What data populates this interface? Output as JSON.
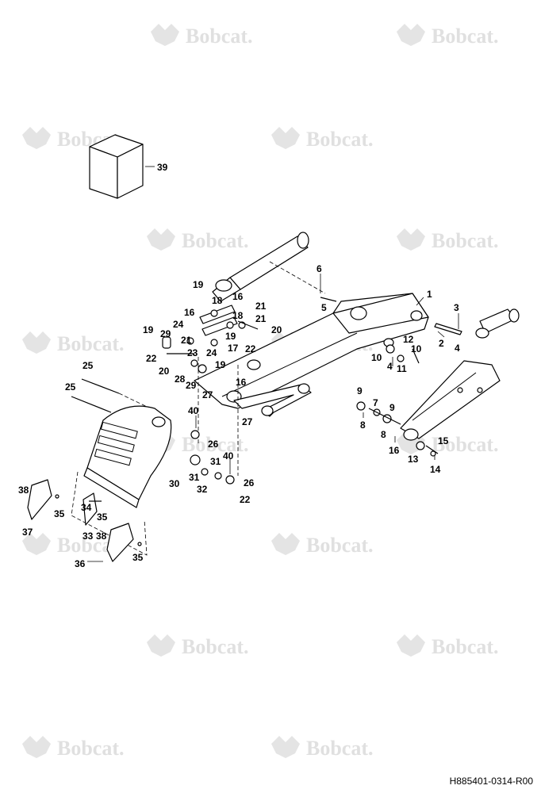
{
  "watermark": {
    "text": "Bobcat."
  },
  "drawing_code": "H885401-0314-R00",
  "part_labels": [
    {
      "id": "39",
      "text": "39"
    },
    {
      "id": "6",
      "text": "6"
    },
    {
      "id": "5",
      "text": "5"
    },
    {
      "id": "1",
      "text": "1"
    },
    {
      "id": "3",
      "text": "3"
    },
    {
      "id": "2",
      "text": "2"
    },
    {
      "id": "4a",
      "text": "4"
    },
    {
      "id": "12",
      "text": "12"
    },
    {
      "id": "10a",
      "text": "10"
    },
    {
      "id": "10b",
      "text": "10"
    },
    {
      "id": "4b",
      "text": "4"
    },
    {
      "id": "11",
      "text": "11"
    },
    {
      "id": "19a",
      "text": "19"
    },
    {
      "id": "18a",
      "text": "18"
    },
    {
      "id": "16a",
      "text": "16"
    },
    {
      "id": "16b",
      "text": "16"
    },
    {
      "id": "21a",
      "text": "21"
    },
    {
      "id": "18b",
      "text": "18"
    },
    {
      "id": "24a",
      "text": "24"
    },
    {
      "id": "21b",
      "text": "21"
    },
    {
      "id": "19b",
      "text": "19"
    },
    {
      "id": "20a",
      "text": "20"
    },
    {
      "id": "17",
      "text": "17"
    },
    {
      "id": "22a",
      "text": "22"
    },
    {
      "id": "19c",
      "text": "19"
    },
    {
      "id": "29a",
      "text": "29"
    },
    {
      "id": "21c",
      "text": "21"
    },
    {
      "id": "23",
      "text": "23"
    },
    {
      "id": "24b",
      "text": "24"
    },
    {
      "id": "22b",
      "text": "22"
    },
    {
      "id": "20b",
      "text": "20"
    },
    {
      "id": "28",
      "text": "28"
    },
    {
      "id": "29b",
      "text": "29"
    },
    {
      "id": "19d",
      "text": "19"
    },
    {
      "id": "27a",
      "text": "27"
    },
    {
      "id": "16c",
      "text": "16"
    },
    {
      "id": "27b",
      "text": "27"
    },
    {
      "id": "25a",
      "text": "25"
    },
    {
      "id": "25b",
      "text": "25"
    },
    {
      "id": "40a",
      "text": "40"
    },
    {
      "id": "26a",
      "text": "26"
    },
    {
      "id": "31a",
      "text": "31"
    },
    {
      "id": "31b",
      "text": "31"
    },
    {
      "id": "40b",
      "text": "40"
    },
    {
      "id": "32",
      "text": "32"
    },
    {
      "id": "26b",
      "text": "26"
    },
    {
      "id": "22c",
      "text": "22"
    },
    {
      "id": "30",
      "text": "30"
    },
    {
      "id": "9a",
      "text": "9"
    },
    {
      "id": "7",
      "text": "7"
    },
    {
      "id": "9b",
      "text": "9"
    },
    {
      "id": "8a",
      "text": "8"
    },
    {
      "id": "8b",
      "text": "8"
    },
    {
      "id": "15",
      "text": "15"
    },
    {
      "id": "16d",
      "text": "16"
    },
    {
      "id": "13",
      "text": "13"
    },
    {
      "id": "14",
      "text": "14"
    },
    {
      "id": "38a",
      "text": "38"
    },
    {
      "id": "35a",
      "text": "35"
    },
    {
      "id": "37",
      "text": "37"
    },
    {
      "id": "34",
      "text": "34"
    },
    {
      "id": "38b",
      "text": "38"
    },
    {
      "id": "33",
      "text": "33"
    },
    {
      "id": "35b",
      "text": "35"
    },
    {
      "id": "36",
      "text": "36"
    },
    {
      "id": "35c",
      "text": "35"
    }
  ]
}
